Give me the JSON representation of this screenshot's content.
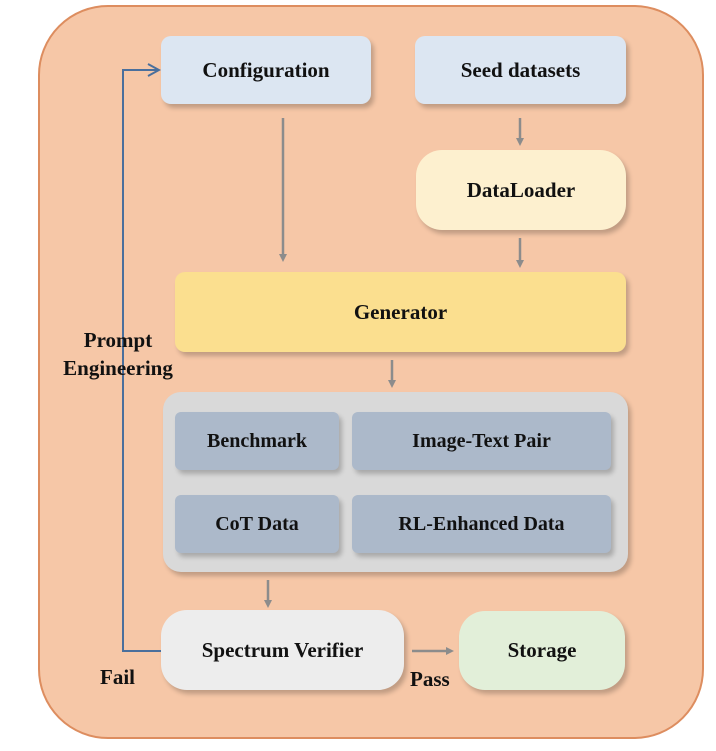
{
  "nodes": {
    "configuration": "Configuration",
    "seed_datasets": "Seed datasets",
    "dataloader": "DataLoader",
    "generator": "Generator",
    "benchmark": "Benchmark",
    "image_text_pair": "Image-Text Pair",
    "cot_data": "CoT Data",
    "rl_enhanced_data": "RL-Enhanced Data",
    "spectrum_verifier": "Spectrum Verifier",
    "storage": "Storage"
  },
  "edge_labels": {
    "prompt_engineering_line1": "Prompt",
    "prompt_engineering_line2": "Engineering",
    "fail": "Fail",
    "pass": "Pass"
  },
  "colors": {
    "background_panel": "#f6c7a7",
    "config_boxes": "#dce6f2",
    "dataloader": "#fdf0cf",
    "generator": "#fbdf8f",
    "data_group": "#d9d9d9",
    "data_cells": "#acb9ca",
    "verifier": "#ededed",
    "storage": "#e2efd9",
    "arrow_gray": "#8c8c8c",
    "feedback_blue": "#4a6f9c"
  }
}
